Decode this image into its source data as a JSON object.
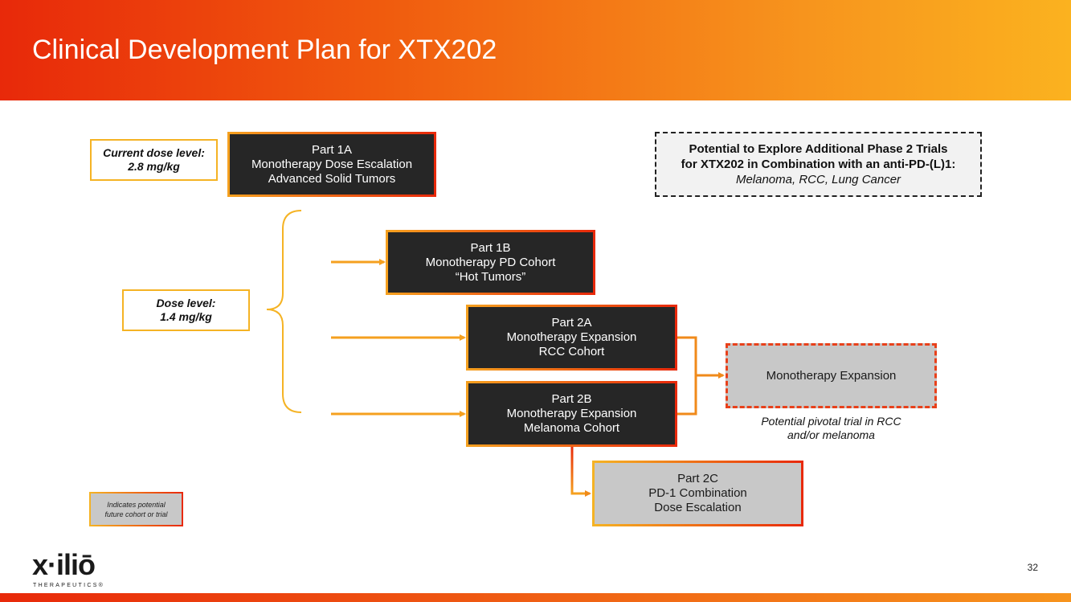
{
  "title": "Clinical Development Plan for XTX202",
  "page_number": "32",
  "logo": {
    "wordmark": "x·iliō",
    "subtitle": "THERAPEUTICS®"
  },
  "notes": {
    "current_dose": [
      "Current dose level:",
      "2.8 mg/kg"
    ],
    "dose": [
      "Dose level:",
      "1.4 mg/kg"
    ]
  },
  "boxes": {
    "part1a": [
      "Part 1A",
      "Monotherapy Dose Escalation",
      "Advanced Solid Tumors"
    ],
    "part1b": [
      "Part 1B",
      "Monotherapy PD Cohort",
      "“Hot Tumors”"
    ],
    "part2a": [
      "Part 2A",
      "Monotherapy Expansion",
      "RCC Cohort"
    ],
    "part2b": [
      "Part 2B",
      "Monotherapy Expansion",
      "Melanoma Cohort"
    ],
    "part2c": [
      "Part 2C",
      "PD-1 Combination",
      "Dose Escalation"
    ],
    "mono_expansion": "Monotherapy Expansion"
  },
  "callout": {
    "line1": "Potential to Explore Additional Phase 2 Trials",
    "line2": "for XTX202 in Combination with an anti-PD-(L)1:",
    "line3": "Melanoma, RCC, Lung Cancer"
  },
  "pivotal_caption": [
    "Potential pivotal trial in RCC",
    "and/or melanoma"
  ],
  "legend": [
    "Indicates potential",
    "future cohort or trial"
  ],
  "colors": {
    "orange": "#f5a01f",
    "red": "#e8290a",
    "dark": "#262626",
    "grey": "#c8c8c8"
  }
}
